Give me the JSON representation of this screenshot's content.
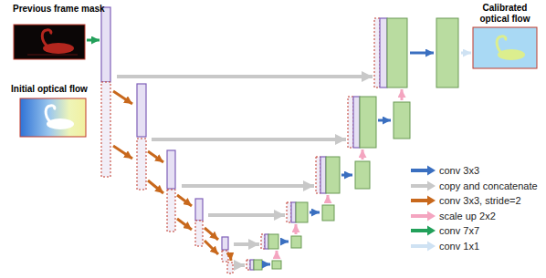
{
  "diagram": {
    "nodes": [
      {
        "text": [
          "Previous frame mask"
        ]
      },
      {
        "text": [
          "Initial optical flow"
        ]
      },
      {
        "text": [
          "Calibrated optical flow"
        ]
      }
    ],
    "legend": [
      {
        "text": "conv 3x3"
      },
      {
        "text": "copy and concatenate"
      },
      {
        "text": "conv 3x3, stride=2"
      },
      {
        "text": "scale up 2x2"
      },
      {
        "text": "conv 7x7"
      },
      {
        "text": "conv 1x1"
      }
    ]
  }
}
